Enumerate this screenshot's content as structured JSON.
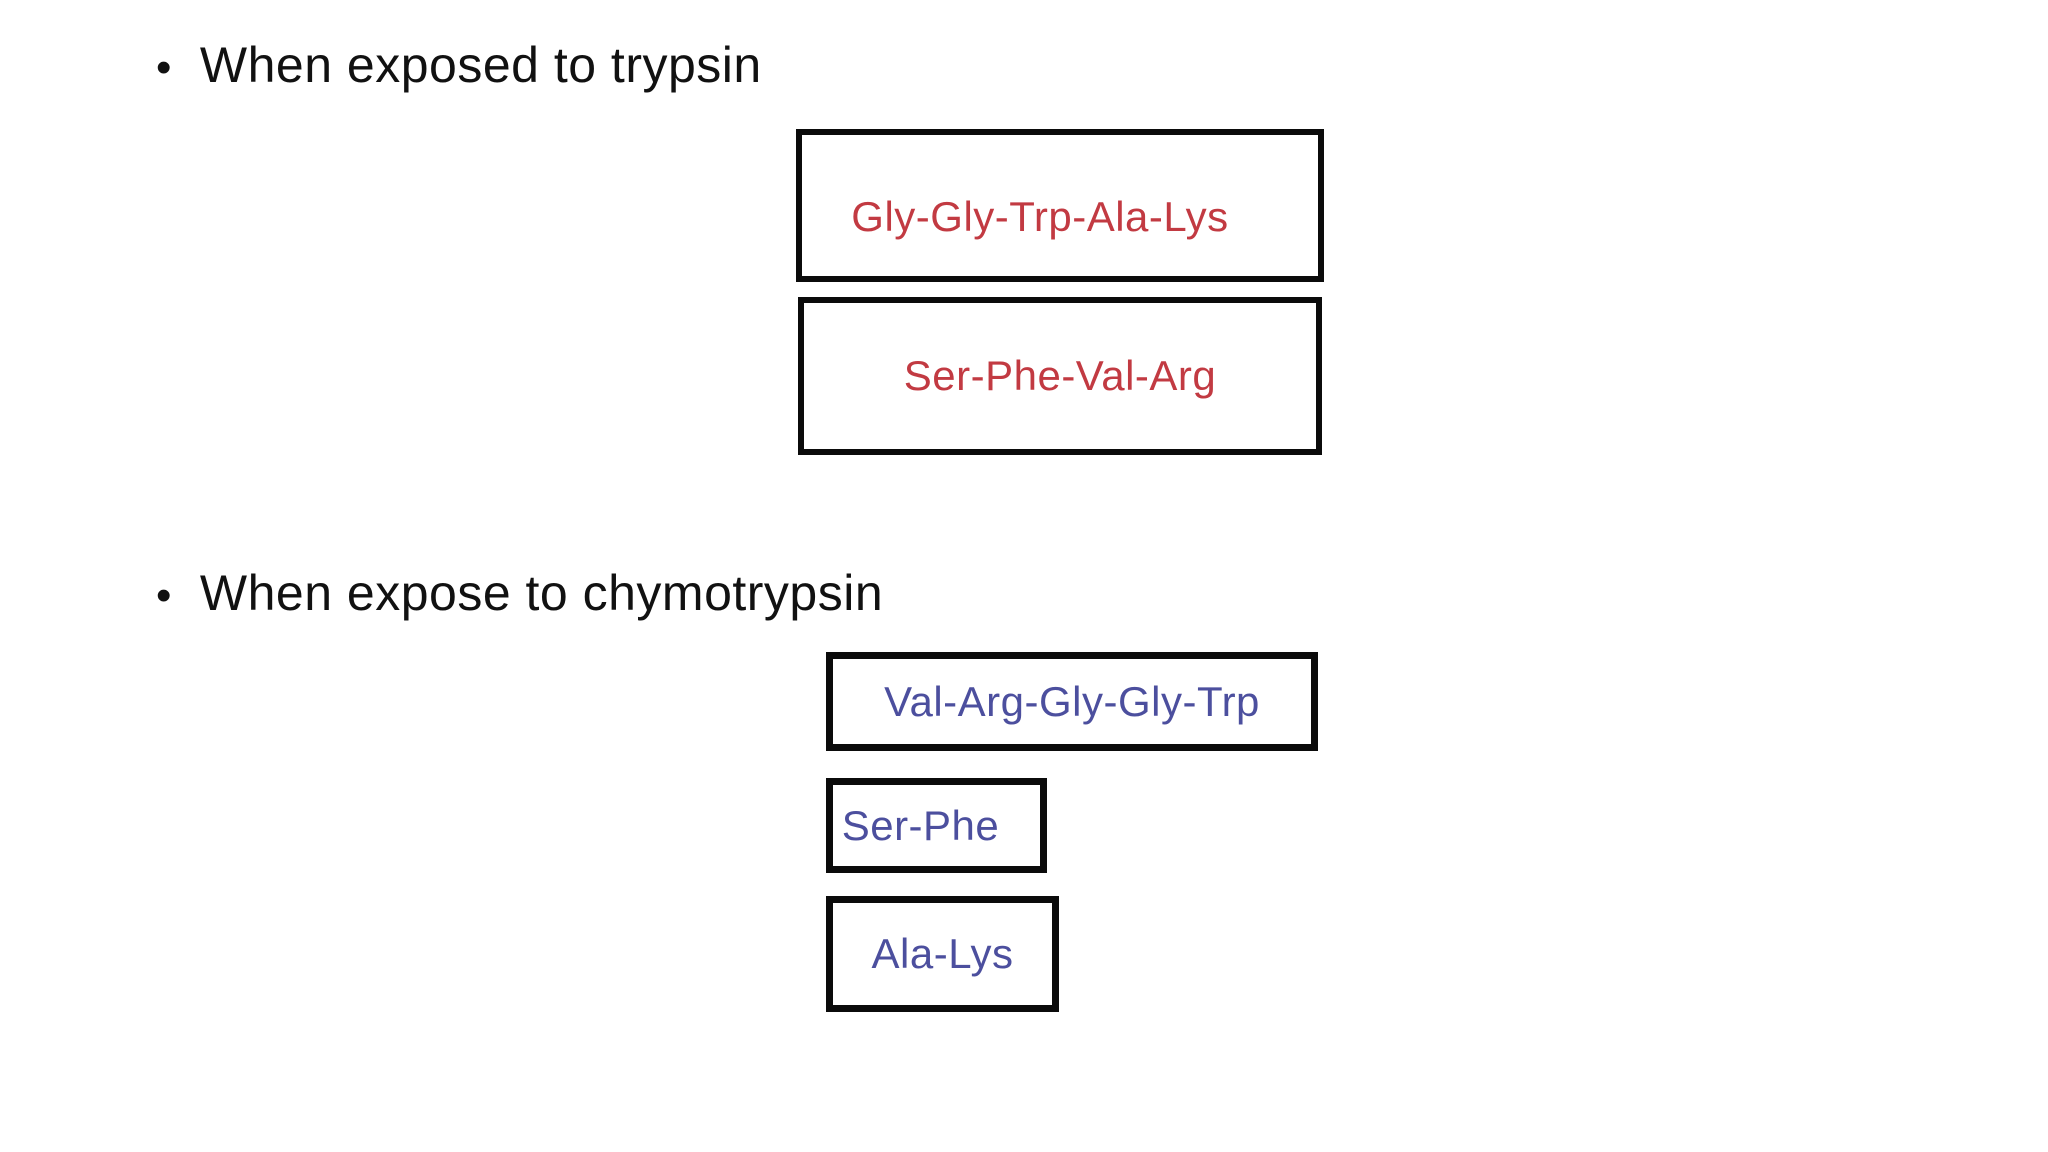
{
  "slide": {
    "background_color": "#ffffff",
    "bullet_glyph": "•",
    "colors": {
      "heading_text": "#111111",
      "box_border": "#0b0b0b",
      "trypsin_fragment_text": "#c23a42",
      "chymotrypsin_fragment_text": "#4c4f9e"
    },
    "sections": [
      {
        "heading": "When exposed to trypsin",
        "fragments": [
          "Gly-Gly-Trp-Ala-Lys",
          "Ser-Phe-Val-Arg"
        ]
      },
      {
        "heading": "When expose to chymotrypsin",
        "fragments": [
          "Val-Arg-Gly-Gly-Trp",
          "Ser-Phe",
          "Ala-Lys"
        ]
      }
    ]
  }
}
